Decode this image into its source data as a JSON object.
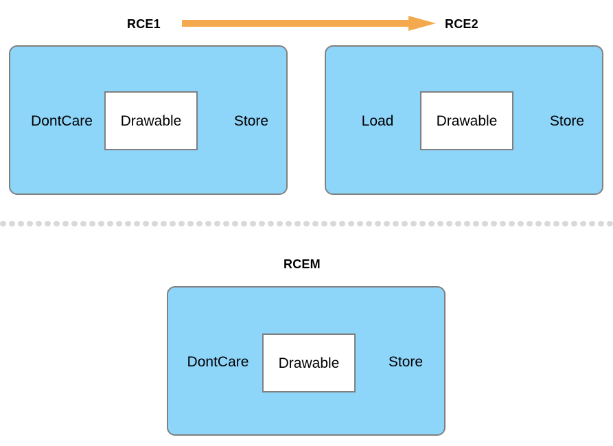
{
  "diagram": {
    "title_labels": {
      "rce1": "RCE1",
      "rce2": "RCE2",
      "rcem": "RCEM"
    },
    "arrow": {
      "name": "rce1-to-rce2-arrow",
      "direction": "right",
      "color": "#F5A94E"
    },
    "divider": {
      "style": "dotted",
      "color": "#D9D9D9"
    },
    "colors": {
      "box_fill": "#8ED5FA",
      "box_border": "#808080",
      "inner_fill": "#FFFFFF",
      "text": "#000000",
      "accent": "#F5A94E"
    },
    "boxes": [
      {
        "id": "rce1",
        "header": "RCE1",
        "left_label": "DontCare",
        "center_label": "Drawable",
        "right_label": "Store"
      },
      {
        "id": "rce2",
        "header": "RCE2",
        "left_label": "Load",
        "center_label": "Drawable",
        "right_label": "Store"
      },
      {
        "id": "rcem",
        "header": "RCEM",
        "left_label": "DontCare",
        "center_label": "Drawable",
        "right_label": "Store"
      }
    ]
  }
}
